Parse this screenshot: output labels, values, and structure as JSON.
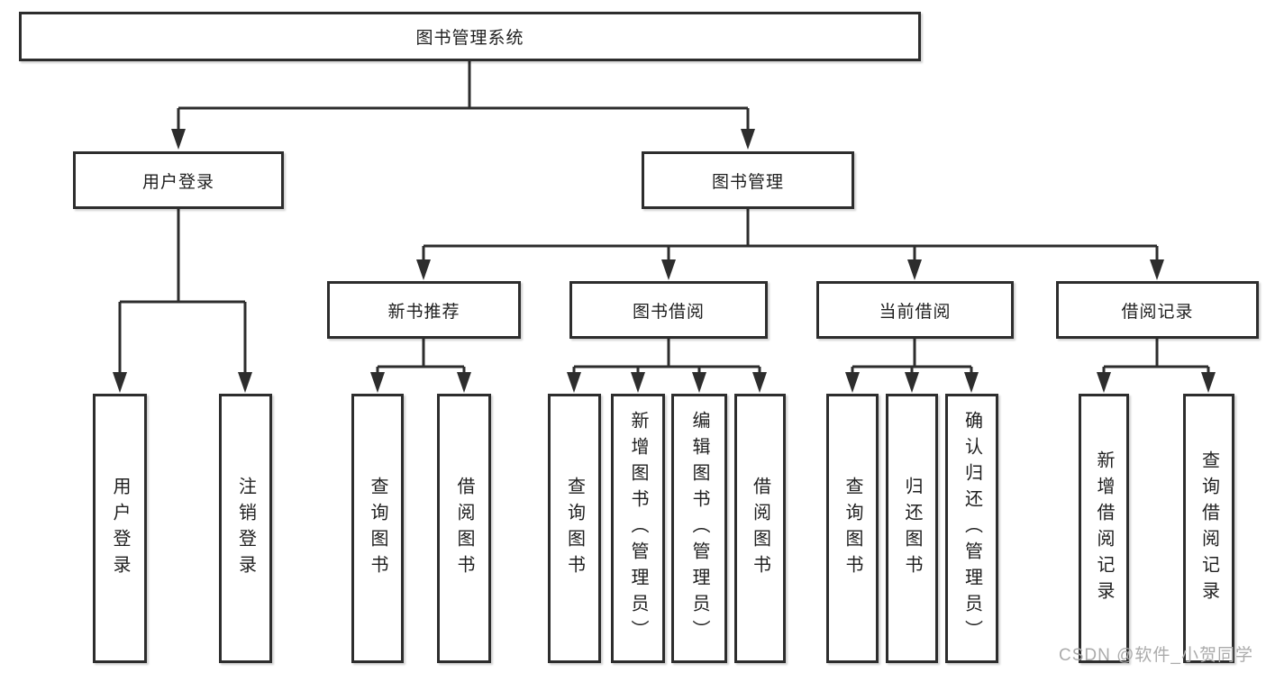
{
  "diagram": {
    "root": {
      "label": "图书管理系统"
    },
    "branches": [
      {
        "label": "用户登录",
        "children": [
          {
            "label": "用户登录"
          },
          {
            "label": "注销登录"
          }
        ]
      },
      {
        "label": "图书管理",
        "children": [
          {
            "label": "新书推荐",
            "children": [
              {
                "label": "查询图书"
              },
              {
                "label": "借阅图书"
              }
            ]
          },
          {
            "label": "图书借阅",
            "children": [
              {
                "label": "查询图书"
              },
              {
                "label": "新增图书（管理员）"
              },
              {
                "label": "编辑图书（管理员）"
              },
              {
                "label": "借阅图书"
              }
            ]
          },
          {
            "label": "当前借阅",
            "children": [
              {
                "label": "查询图书"
              },
              {
                "label": "归还图书"
              },
              {
                "label": "确认归还（管理员）"
              }
            ]
          },
          {
            "label": "借阅记录",
            "children": [
              {
                "label": "新增借阅记录"
              },
              {
                "label": "查询借阅记录"
              }
            ]
          }
        ]
      }
    ]
  },
  "watermark": "CSDN @软件_小贺同学",
  "colors": {
    "line": "#2d2d2d",
    "box_border": "#2d2d2d",
    "box_bg": "#ffffff",
    "text": "#1f1f1f",
    "watermark": "#ababab"
  }
}
